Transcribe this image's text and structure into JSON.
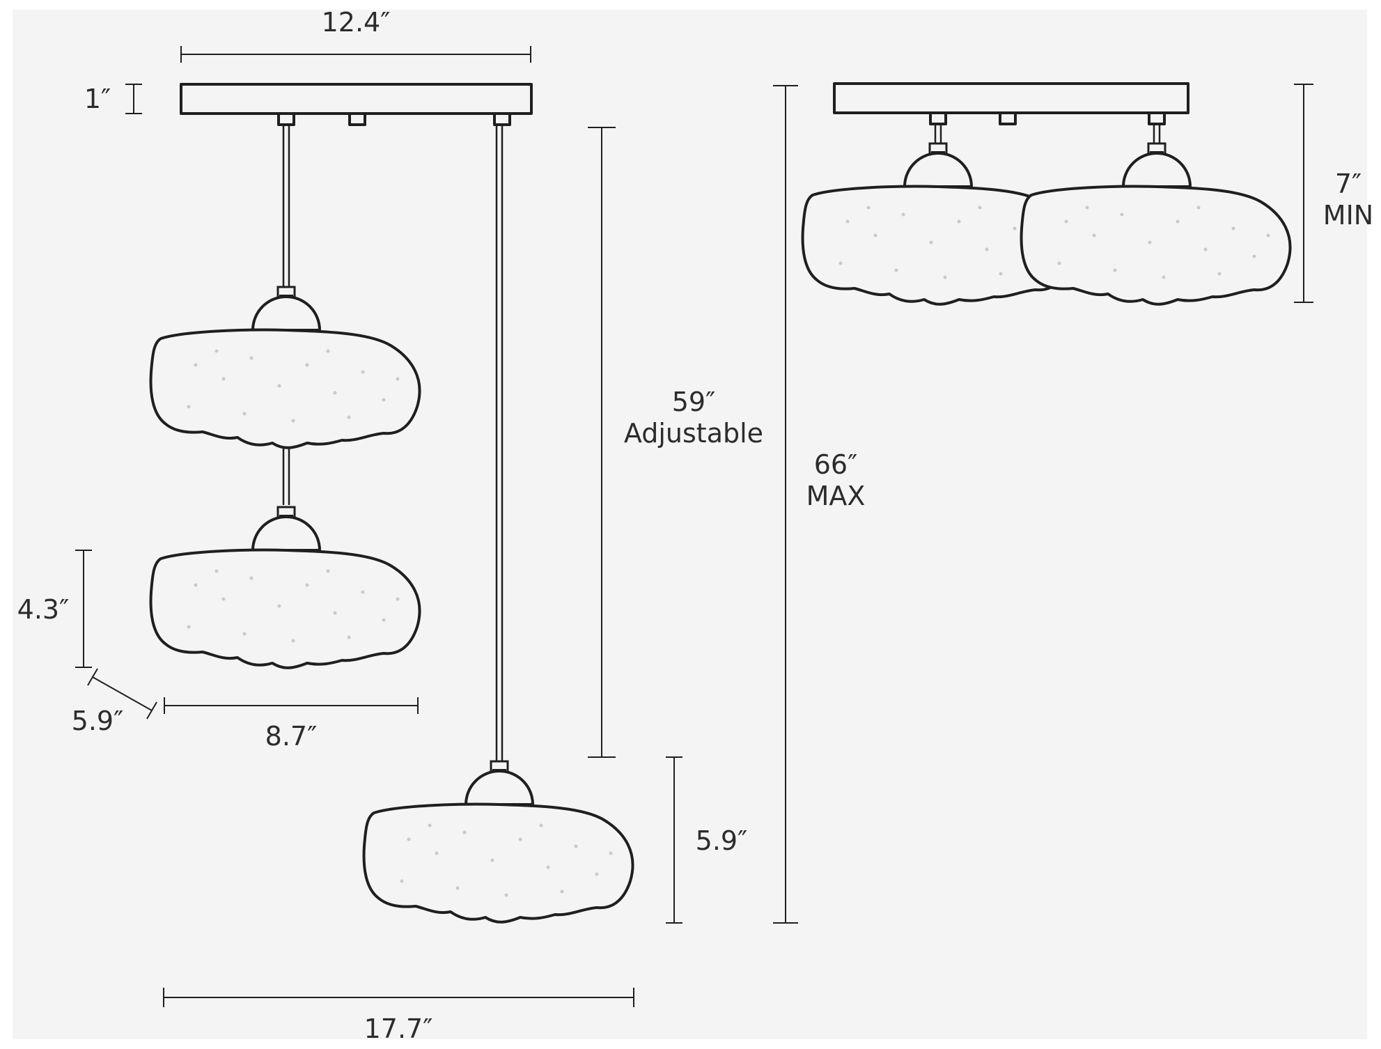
{
  "diagram": {
    "background_color": "#f4f4f4",
    "line_color": "#1f1f1f",
    "labels": {
      "canopy_width": "12.4″",
      "canopy_height": "1″",
      "shade_height": "4.3″",
      "shade_depth": "5.9″",
      "shade_width": "8.7″",
      "lower_shade_height": "5.9″",
      "overall_width": "17.7″",
      "cord_length": "59″",
      "cord_note": "Adjustable",
      "max_height": "66″",
      "max_note": "MAX",
      "min_height": "7″",
      "min_note": "MIN"
    },
    "icons": [
      "ceiling-canopy-icon",
      "pendant-shade-icon"
    ]
  }
}
